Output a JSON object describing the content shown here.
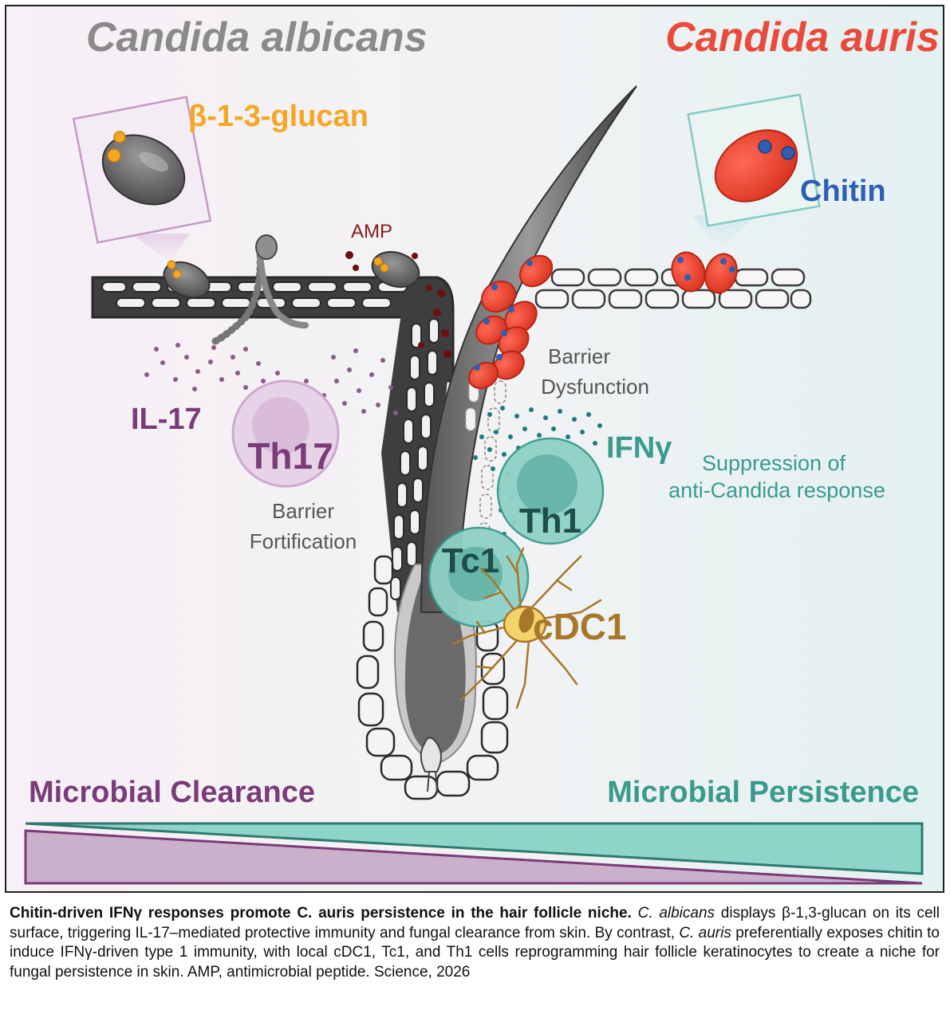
{
  "panel": {
    "left_title": "Candida albicans",
    "right_title": "Candida auris",
    "glucan_label": "β-1-3-glucan",
    "chitin_label": "Chitin",
    "amp_label": "AMP",
    "il17_label": "IL-17",
    "th17_label": "Th17",
    "barrier_fortification": [
      "Barrier",
      "Fortification"
    ],
    "barrier_dysfunction": [
      "Barrier",
      "Dysfunction"
    ],
    "ifng_label": "IFNγ",
    "suppression": [
      "Suppression of",
      "anti-Candida response"
    ],
    "th1_label": "Th1",
    "tc1_label": "Tc1",
    "cdc1_label": "cDC1",
    "microbial_clearance": "Microbial Clearance",
    "microbial_persistence": "Microbial Persistence"
  },
  "caption": {
    "bold": "Chitin-driven IFNγ responses promote C. auris persistence in the hair follicle niche.",
    "parts": [
      {
        "text": " ",
        "style": "normal"
      },
      {
        "text": "C. albicans",
        "style": "italic"
      },
      {
        "text": " displays β-1,3-glucan on its cell surface, triggering IL-17–mediated protective immunity and fungal clearance from skin. By contrast, ",
        "style": "normal"
      },
      {
        "text": "C. auris",
        "style": "italic"
      },
      {
        "text": " preferentially exposes chitin to induce IFNγ-driven type 1 immunity, with local cDC1, Tc1, and Th1 cells reprogramming hair follicle keratinocytes to create a niche for fungal persistence in skin. AMP, antimicrobial peptide. Science, 2026",
        "style": "normal"
      }
    ]
  },
  "colors": {
    "albicans_gray": "#8a8a8a",
    "auris_red": "#e94a3c",
    "glucan_orange": "#f5a623",
    "chitin_blue": "#2f5fb3",
    "il17_purple": "#7a3c78",
    "teal": "#3a9a8e",
    "cdc1_gold": "#a8782a",
    "amp_darkred": "#8b1a1a"
  }
}
